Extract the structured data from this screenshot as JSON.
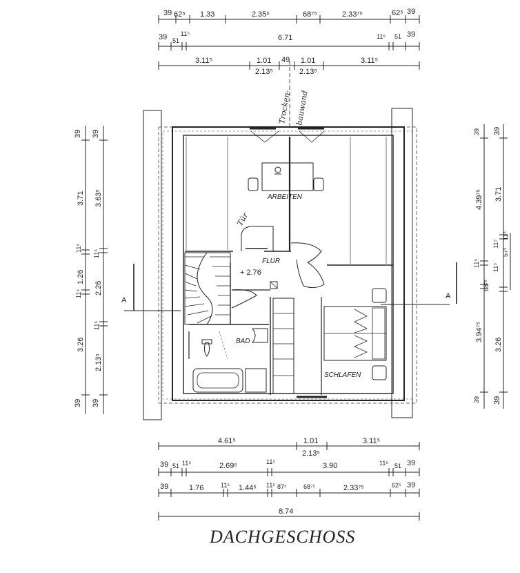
{
  "title": "DACHGESCHOSS",
  "rooms": {
    "arbeiten": "ARBEITEN",
    "flur": "FLUR",
    "bad": "BAD",
    "schlafen": "SCHLAFEN",
    "level": "+ 2.76"
  },
  "annotations": {
    "trocken": "Trocken-",
    "bauwand": "bauwand",
    "tuer": "Tür",
    "section_left": "A",
    "section_right": "A"
  },
  "dims_top": {
    "row1": [
      "39",
      "62⁵",
      "1.33",
      "2.35⁵",
      "68⁷⁵",
      "2.33⁷⁵",
      "62⁵",
      "39"
    ],
    "row2": [
      "39",
      "51",
      "11⁵",
      "6.71",
      "11⁵",
      "51",
      "39"
    ],
    "row3": [
      "3.11⁵",
      "1.01",
      "49",
      "1.01",
      "3.11⁵"
    ],
    "row3b": [
      "2.13⁵",
      "2.13⁵"
    ]
  },
  "dims_bottom": {
    "row1": [
      "4.61⁵",
      "1.01",
      "3.11⁵"
    ],
    "row1b": "2.13⁵",
    "row2": [
      "39",
      "51",
      "11⁵",
      "2.69⁵",
      "11⁵",
      "3.90",
      "11⁵",
      "51",
      "39"
    ],
    "row3": [
      "39",
      "1.76",
      "11⁵",
      "1.44⁵",
      "11⁵",
      "87⁵",
      "68⁷⁵",
      "2.33⁷⁵",
      "62⁵",
      "39"
    ],
    "total": "8.74"
  },
  "dims_left": {
    "outer": [
      "39",
      "3.71",
      "11⁵",
      "1.26",
      "11⁵",
      "3.26",
      "39"
    ],
    "inner": [
      "39",
      "3.63⁵",
      "11⁵",
      "2.26",
      "11⁵",
      "2.13⁵",
      "39"
    ]
  },
  "dims_right": {
    "inner": [
      "39",
      "4.39⁷⁵",
      "11⁵",
      "68⁷⁵",
      "3.94⁷⁵",
      "39"
    ],
    "mid": [
      "57⁵",
      "11⁵"
    ],
    "outer": [
      "39",
      "3.71",
      "11⁵",
      "11⁵",
      "3.26",
      "39"
    ]
  }
}
